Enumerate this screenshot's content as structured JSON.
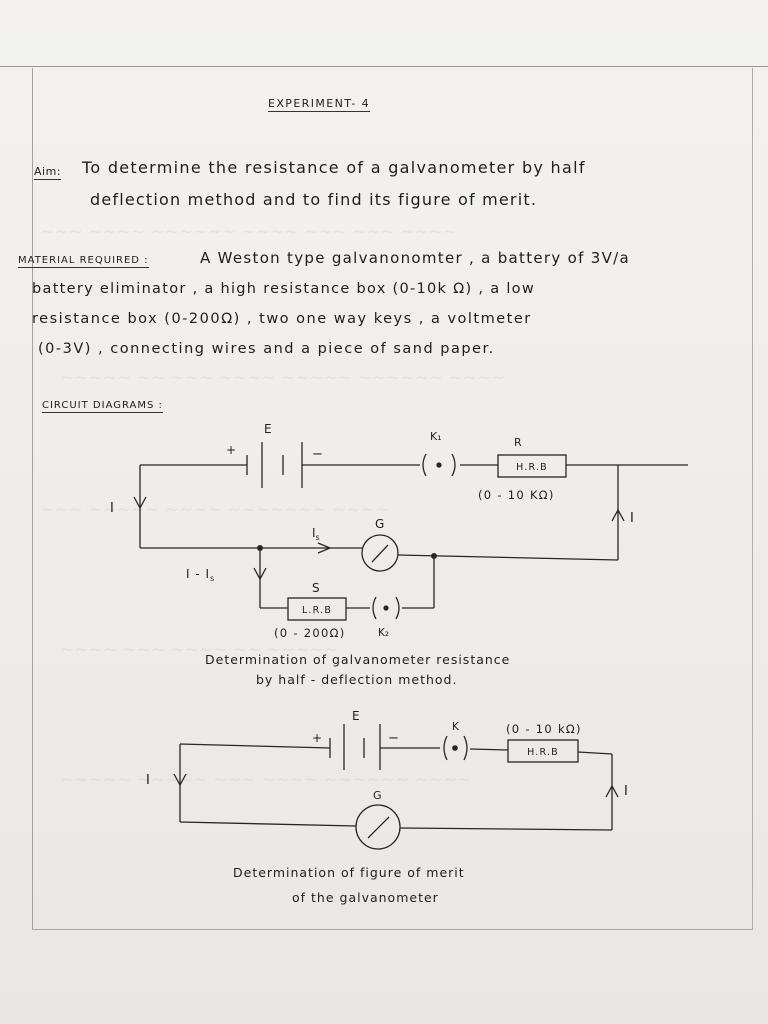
{
  "title": "EXPERIMENT- 4",
  "aim": {
    "label": "Aim:",
    "line1": "To determine the resistance of a galvanometer by half",
    "line2": "deflection method and to find its figure of merit."
  },
  "materials": {
    "label": "MATERIAL REQUIRED :",
    "line1": "A Weston type galvanonomter , a battery of 3V/a",
    "line2": "battery eliminator , a high resistance box (0-10k Ω) , a low",
    "line3": "resistance box (0-200Ω) , two one way keys , a voltmeter",
    "line4": "(0-3V) , connecting wires and a piece of sand paper."
  },
  "circuit_heading": "CIRCUIT DIAGRAMS :",
  "diagram1": {
    "battery": "E",
    "plus": "+",
    "minus": "−",
    "key_main": "K₁",
    "hrb_label": "R",
    "hrb": "H.R.B",
    "hrb_range": "(0 - 10 KΩ)",
    "current_left": "I",
    "current_right": "I",
    "current_g": "I",
    "current_g_sub": "s",
    "galvanometer": "G",
    "branch_current": "I - I",
    "branch_current_sub": "s",
    "shunt_label": "S",
    "lrb": "L.R.B",
    "lrb_range": "(0 - 200Ω)",
    "key_shunt": "K₂",
    "caption1": "Determination of galvanometer resistance",
    "caption2": "by half - deflection method."
  },
  "diagram2": {
    "battery": "E",
    "plus": "+",
    "minus": "−",
    "key": "K",
    "hrb": "H.R.B",
    "hrb_range": "(0 - 10 kΩ)",
    "current_left": "I",
    "current_right": "I",
    "galvanometer": "G",
    "caption1": "Determination of figure of merit",
    "caption2": "of the galvanometer"
  }
}
